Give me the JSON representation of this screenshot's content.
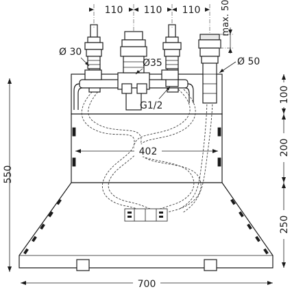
{
  "dimensions": {
    "spacing_1": "110",
    "spacing_2": "110",
    "spacing_3": "110",
    "max_height": "max. 50",
    "diameter_30": "Ø 30",
    "diameter_35": "Ø35",
    "diameter_50": "Ø 50",
    "thread": "G1/2",
    "inner_width": "402",
    "total_height": "550",
    "section_top": "100",
    "section_middle": "200",
    "section_bottom": "250",
    "total_width": "700"
  }
}
